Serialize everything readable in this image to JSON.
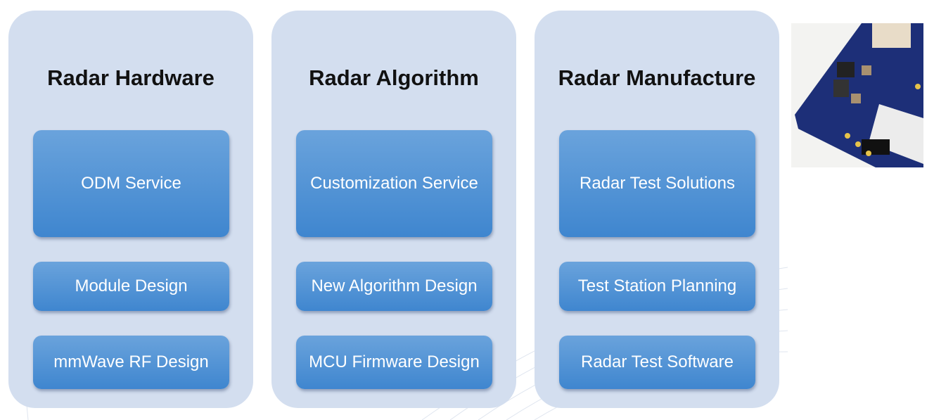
{
  "columns": [
    {
      "title": "Radar Hardware",
      "items": [
        "ODM Service",
        "Module Design",
        "mmWave RF Design"
      ]
    },
    {
      "title": "Radar Algorithm",
      "items": [
        "Customization Service",
        "New Algorithm Design",
        "MCU Firmware Design"
      ]
    },
    {
      "title": "Radar Manufacture",
      "items": [
        "Radar Test Solutions",
        "Test Station Planning",
        "Radar Test Software"
      ]
    }
  ],
  "colors": {
    "panel": "#d3deef",
    "box_top": "#6aa3dc",
    "box_bottom": "#3f86cf",
    "pcb": "#1d2f78"
  }
}
